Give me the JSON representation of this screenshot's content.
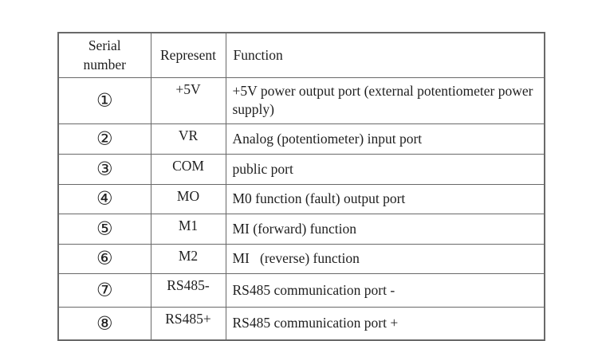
{
  "colors": {
    "border": "#696969",
    "text": "#1f1f1f",
    "background": "#ffffff"
  },
  "table": {
    "headers": [
      "Serial number",
      "Represent",
      "Function"
    ],
    "rows": [
      {
        "serial": "①",
        "represent": "+5V",
        "function": "+5V power output port (external potentiometer power supply)"
      },
      {
        "serial": "②",
        "represent": "VR",
        "function": "Analog (potentiometer) input port"
      },
      {
        "serial": "③",
        "represent": "COM",
        "function": "public port"
      },
      {
        "serial": "④",
        "represent": "MO",
        "function": "M0 function (fault) output port"
      },
      {
        "serial": "⑤",
        "represent": "M1",
        "function": "MI (forward) function"
      },
      {
        "serial": "⑥",
        "represent": "M2",
        "function": "MI   (reverse) function"
      },
      {
        "serial": "⑦",
        "represent": "RS485-",
        "function": "RS485 communication port -"
      },
      {
        "serial": "⑧",
        "represent": "RS485+",
        "function": "RS485 communication port +"
      }
    ]
  }
}
